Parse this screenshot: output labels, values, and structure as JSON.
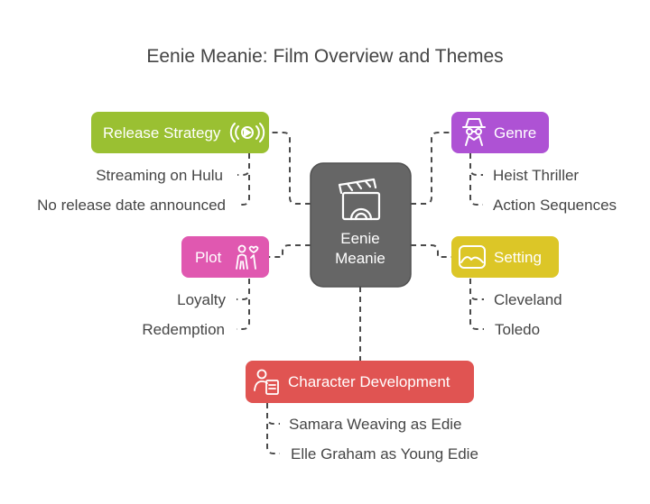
{
  "title": "Eenie Meanie: Film Overview and Themes",
  "center": {
    "line1": "Eenie",
    "line2": "Meanie",
    "color": "#666666",
    "icon": "clapperboard-icon"
  },
  "release": {
    "label": "Release Strategy",
    "color": "#9ac032",
    "icon": "broadcast-icon",
    "items": [
      "Streaming on Hulu",
      "No release date announced"
    ]
  },
  "genre": {
    "label": "Genre",
    "color": "#ae52d4",
    "icon": "spy-icon",
    "items": [
      "Heist Thriller",
      "Action Sequences"
    ]
  },
  "plot": {
    "label": "Plot",
    "color": "#e058b0",
    "icon": "couple-heart-icon",
    "items": [
      "Loyalty",
      "Redemption"
    ]
  },
  "setting": {
    "label": "Setting",
    "color": "#dcc627",
    "icon": "landscape-icon",
    "items": [
      "Cleveland",
      "Toledo"
    ]
  },
  "character": {
    "label": "Character Development",
    "color": "#e05452",
    "icon": "person-document-icon",
    "items": [
      "Samara Weaving as Edie",
      "Elle Graham as Young Edie"
    ]
  }
}
